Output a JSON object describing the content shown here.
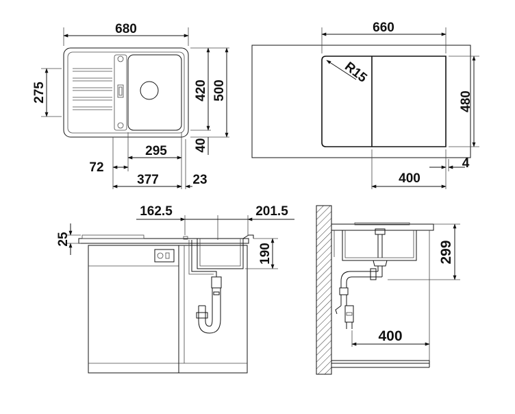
{
  "views": {
    "top_view": {
      "width": "680",
      "height_left": "275",
      "basin_height": "420",
      "total_height": "500",
      "front_margin": "40",
      "basin_width": "295",
      "drain_offset": "72",
      "basin_right": "377",
      "edge_gap": "23"
    },
    "cutout_view": {
      "width": "660",
      "radius": "R15",
      "height": "480",
      "offset": "4",
      "position": "400"
    },
    "front_view": {
      "height": "25",
      "left_offset": "162.5",
      "right_offset": "201.5",
      "depth": "190"
    },
    "side_view": {
      "height": "299",
      "distance": "400"
    }
  },
  "colors": {
    "line": "#111111",
    "hatch": "#444444"
  }
}
